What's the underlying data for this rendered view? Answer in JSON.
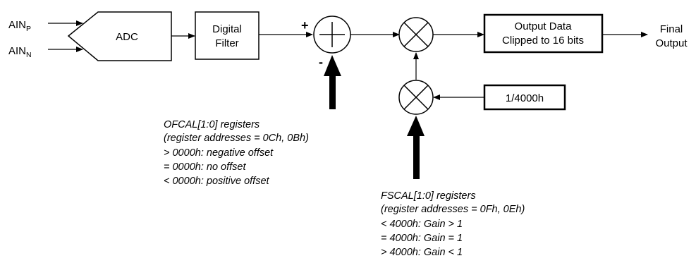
{
  "inputs": {
    "ainp": {
      "base": "AIN",
      "sub": "P"
    },
    "ainn": {
      "base": "AIN",
      "sub": "N"
    }
  },
  "blocks": {
    "adc": "ADC",
    "digital_filter": [
      "Digital",
      "Filter"
    ],
    "output_data": [
      "Output Data",
      "Clipped to 16 bits"
    ],
    "constant": "1/4000h"
  },
  "signs": {
    "plus": "+",
    "minus": "-"
  },
  "output_label": [
    "Final",
    "Output"
  ],
  "ofcal_note": [
    "OFCAL[1:0] registers",
    "(register addresses = 0Ch, 0Bh)",
    "> 0000h: negative offset",
    "= 0000h: no offset",
    "< 0000h: positive offset"
  ],
  "fscal_note": [
    "FSCAL[1:0] registers",
    "(register addresses = 0Fh, 0Eh)",
    "< 4000h: Gain > 1",
    "= 4000h: Gain = 1",
    "> 4000h: Gain < 1"
  ]
}
